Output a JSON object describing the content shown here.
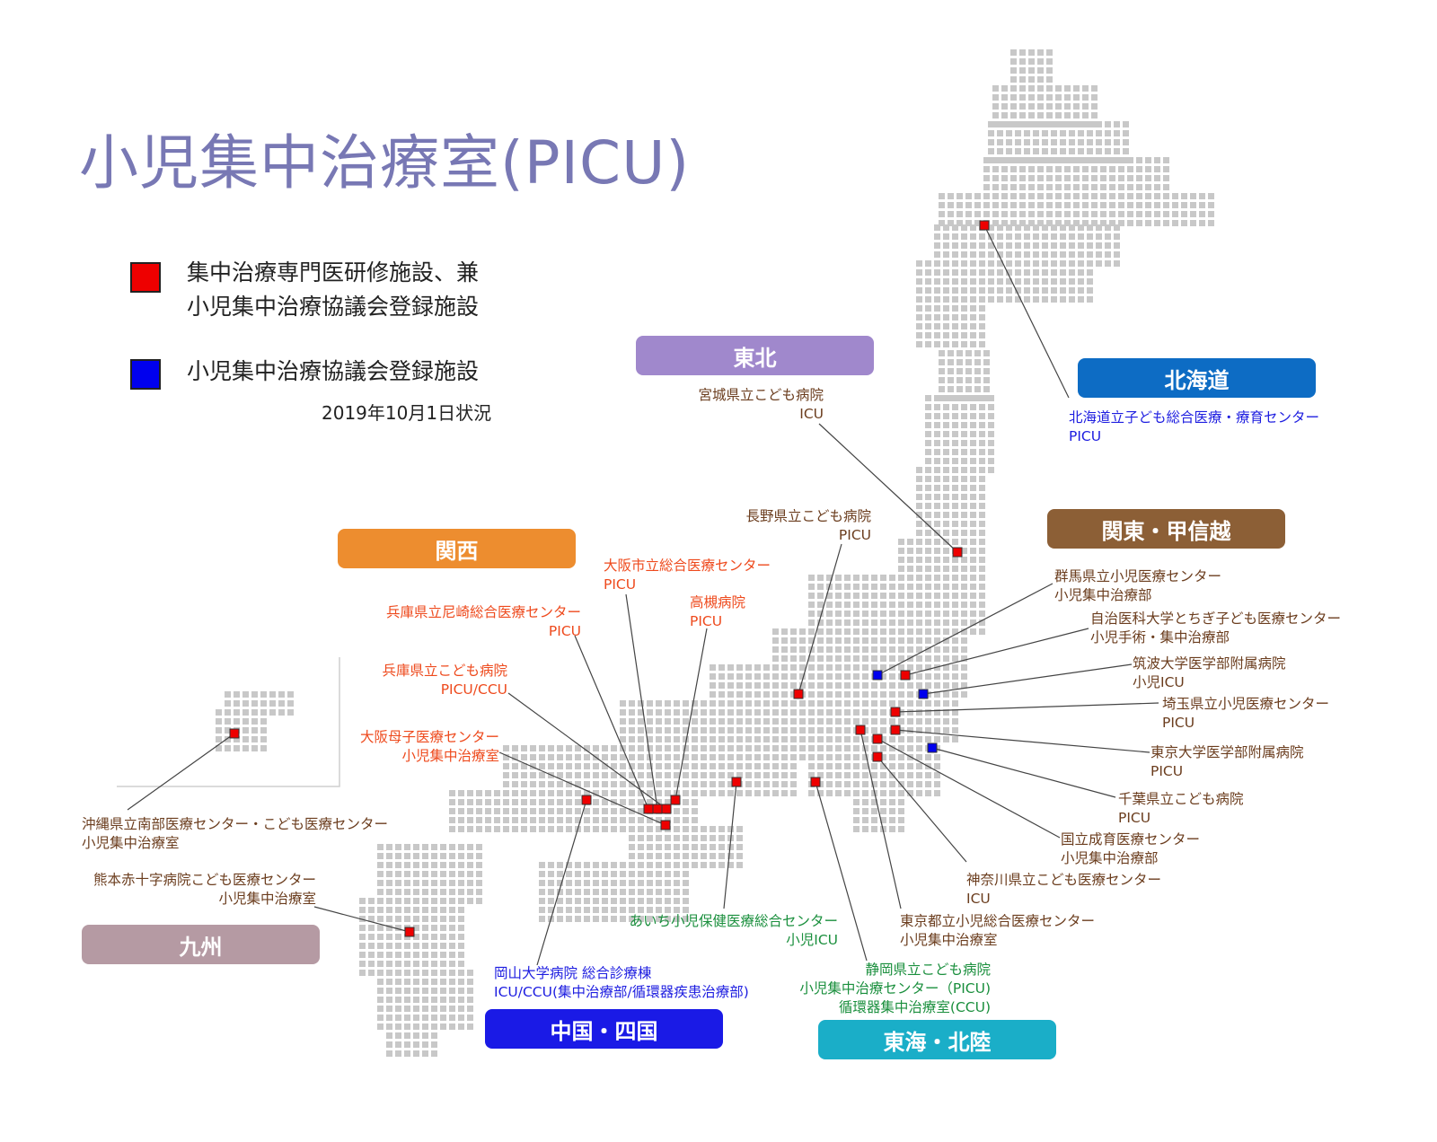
{
  "title": "小児集中治療室(PICU)",
  "legend": {
    "red_line1": "集中治療専門医研修施設、兼",
    "red_line2": "小児集中治療協議会登録施設",
    "blue_line1": "小児集中治療協議会登録施設",
    "as_of": "2019年10月1日状況"
  },
  "regions": {
    "hokkaido": "北海道",
    "tohoku": "東北",
    "kanto": "関東・甲信越",
    "kansai": "関西",
    "kyushu": "九州",
    "chugoku": "中国・四国",
    "tokai": "東海・北陸"
  },
  "facilities": {
    "hokkaido_picu": {
      "line1": "北海道立子ども総合医療・療育センター",
      "line2": "PICU"
    },
    "miyagi": {
      "line1": "宮城県立こども病院",
      "line2": "ICU"
    },
    "nagano": {
      "line1": "長野県立こども病院",
      "line2": "PICU"
    },
    "gunma": {
      "line1": "群馬県立小児医療センター",
      "line2": "小児集中治療部"
    },
    "jichi": {
      "line1": "自治医科大学とちぎ子ども医療センター",
      "line2": "小児手術・集中治療部"
    },
    "tsukuba": {
      "line1": "筑波大学医学部附属病院",
      "line2": "小児ICU"
    },
    "saitama": {
      "line1": "埼玉県立小児医療センター",
      "line2": "PICU"
    },
    "todai": {
      "line1": "東京大学医学部附属病院",
      "line2": "PICU"
    },
    "chiba": {
      "line1": "千葉県立こども病院",
      "line2": "PICU"
    },
    "seiiku": {
      "line1": "国立成育医療センター",
      "line2": "小児集中治療部"
    },
    "kanagawa": {
      "line1": "神奈川県立こども医療センター",
      "line2": "ICU"
    },
    "tokyo_metro": {
      "line1": "東京都立小児総合医療センター",
      "line2": "小児集中治療室"
    },
    "shizuoka": {
      "line1": "静岡県立こども病院",
      "line2": "小児集中治療センター（PICU)",
      "line3": "循環器集中治療室(CCU)"
    },
    "aichi": {
      "line1": "あいち小児保健医療総合センター",
      "line2": "小児ICU"
    },
    "okayama": {
      "line1": "岡山大学病院 総合診療棟",
      "line2": "ICU/CCU(集中治療部/循環器疾患治療部)"
    },
    "osaka_city": {
      "line1": "大阪市立総合医療センター",
      "line2": "PICU"
    },
    "takatsuki": {
      "line1": "高槻病院",
      "line2": "PICU"
    },
    "amagasaki": {
      "line1": "兵庫県立尼崎総合医療センター",
      "line2": "PICU"
    },
    "hyogo_child": {
      "line1": "兵庫県立こども病院",
      "line2": "PICU/CCU"
    },
    "osaka_boshi": {
      "line1": "大阪母子医療センター",
      "line2": "小児集中治療室"
    },
    "okinawa": {
      "line1": "沖縄県立南部医療センター・こども医療センター",
      "line2": "小児集中治療室"
    },
    "kumamoto": {
      "line1": "熊本赤十字病院こども医療センター",
      "line2": "小児集中治療室"
    }
  },
  "colors": {
    "red_marker": "#ee0000",
    "blue_marker": "#0000ee",
    "map_dot": "#c8c8c8",
    "region_hokkaido": "#0d6cc4",
    "region_tohoku": "#a088cc",
    "region_kanto": "#8c5f36",
    "region_kansai": "#ed8d2f",
    "region_kyushu": "#b59aa3",
    "region_chugoku": "#1a1ae6",
    "region_tokai": "#1aaec8"
  }
}
